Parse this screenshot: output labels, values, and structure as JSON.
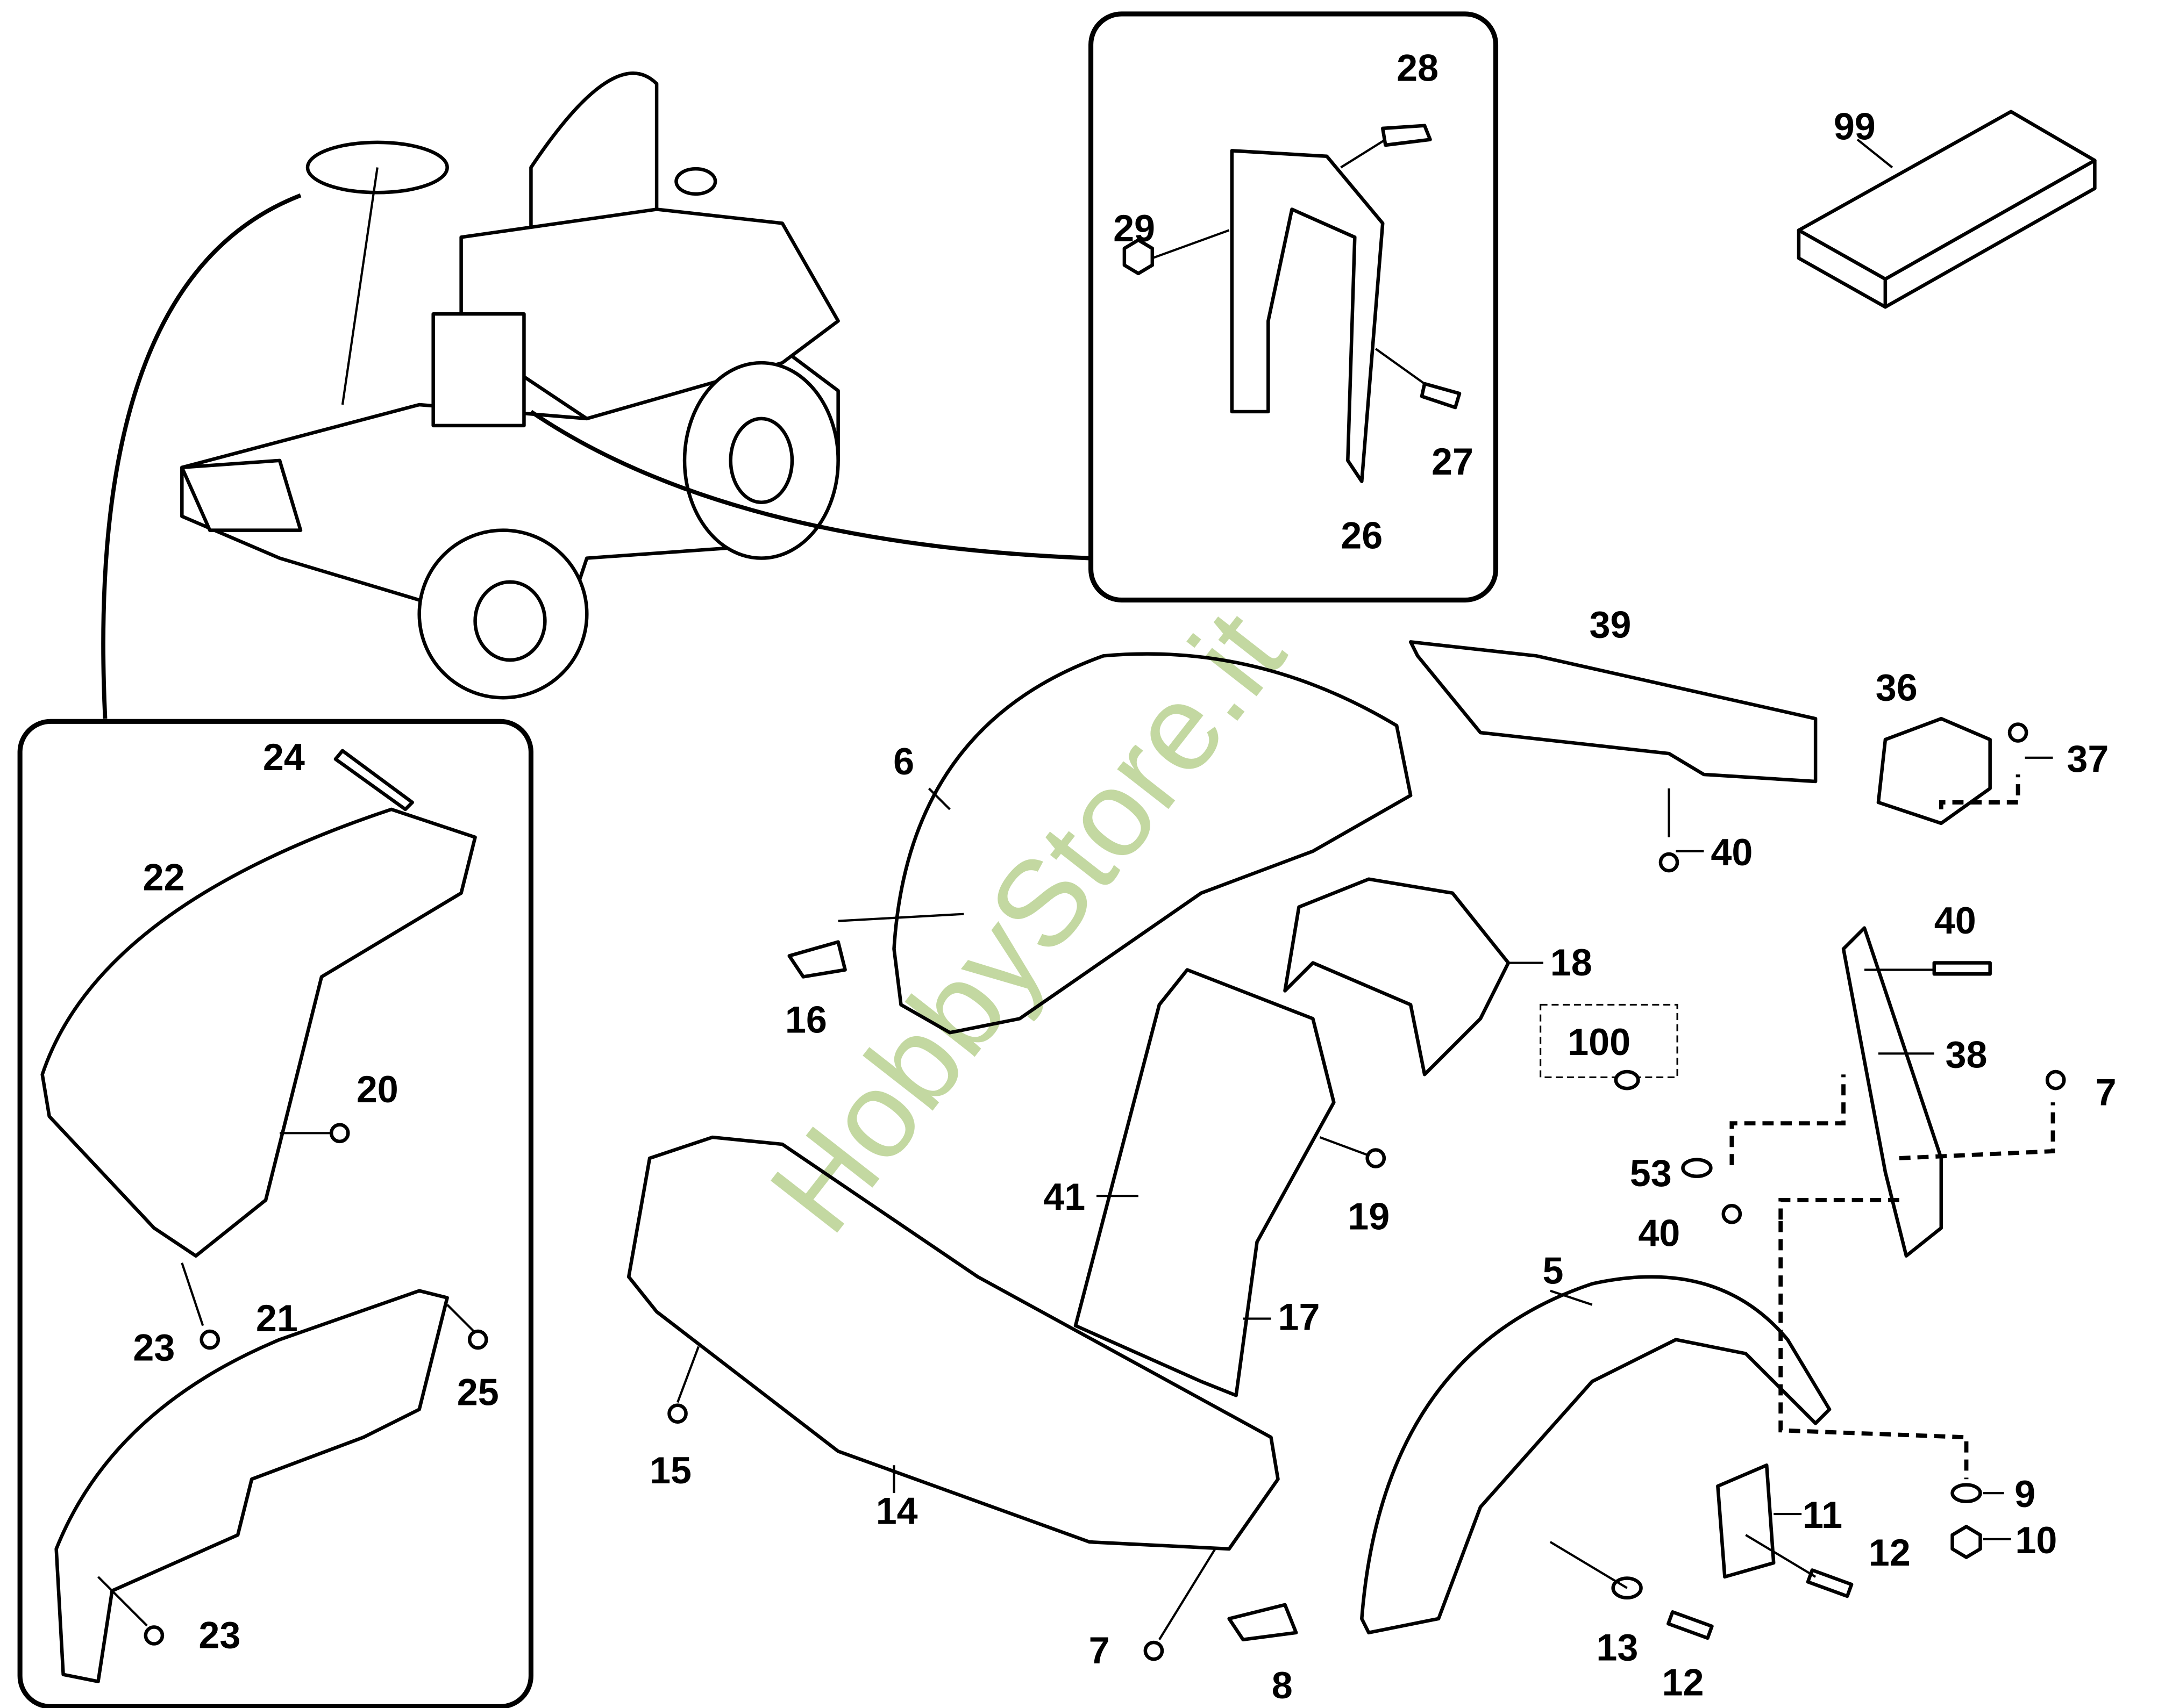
{
  "diagram": {
    "watermark": "HobbyStore.it",
    "labels": [
      "28",
      "29",
      "27",
      "26",
      "99",
      "39",
      "36",
      "37",
      "40",
      "6",
      "24",
      "22",
      "20",
      "16",
      "18",
      "100",
      "40",
      "38",
      "7",
      "53",
      "40",
      "41",
      "19",
      "17",
      "5",
      "23",
      "21",
      "25",
      "15",
      "14",
      "11",
      "12",
      "9",
      "10",
      "13",
      "12",
      "7",
      "8",
      "23"
    ]
  }
}
